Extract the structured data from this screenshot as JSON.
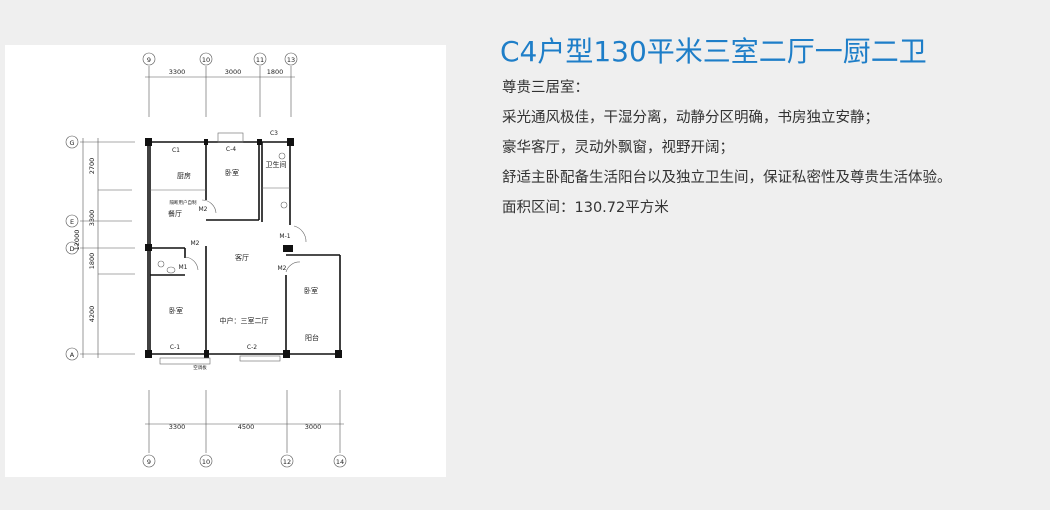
{
  "title": "C4户型130平米三室二厅一厨二卫",
  "description": [
    "尊贵三居室：",
    "采光通风极佳，干湿分离，动静分区明确，书房独立安静；",
    "豪华客厅，灵动外飘窗，视野开阔；",
    "舒适主卧配备生活阳台以及独立卫生间，保证私密性及尊贵生活体验。",
    "面积区间：130.72平方米"
  ],
  "plan": {
    "top_axes": [
      "9",
      "10",
      "11",
      "13"
    ],
    "top_dims": [
      "3300",
      "3000",
      "1800"
    ],
    "bottom_axes": [
      "9",
      "10",
      "12",
      "14"
    ],
    "bottom_dims": [
      "3300",
      "4500",
      "3000"
    ],
    "left_axes": [
      "G",
      "E",
      "D",
      "A"
    ],
    "left_dims": [
      "2700",
      "3300",
      "1800",
      "4200"
    ],
    "left_total": "12000",
    "rooms": {
      "kitchen": "厨房",
      "bedroom_north": "卧室",
      "bath_main": "卫生间",
      "dining": "餐厅",
      "living": "客厅",
      "bedroom_east": "卧室",
      "bedroom_south": "卧室",
      "unit": "中户：三室二厅",
      "balcony": "阳台"
    },
    "labels": {
      "c1": "C1",
      "c4": "C-4",
      "c3": "C3",
      "cm1": "C-1",
      "cm2": "C-2",
      "m2a": "M2",
      "m2b": "M2",
      "m2c": "M2",
      "m_1": "M-1",
      "m1": "M1",
      "partition": "隔断用户自制",
      "ac": "空调板"
    }
  }
}
